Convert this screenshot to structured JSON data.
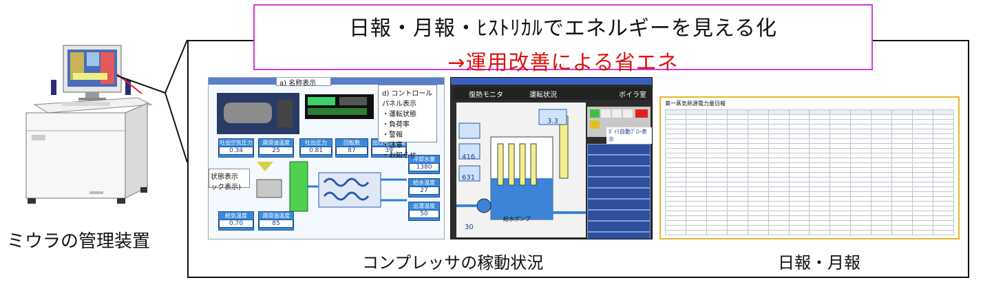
{
  "banner": {
    "line1": "日報・月報・ﾋｽﾄﾘｶﾙでエネルギーを見える化",
    "line2": "→運用改善による省エネ"
  },
  "captions": {
    "device": "ミウラの管理装置",
    "compressor": "コンプレッサの稼動状況",
    "report": "日報・月報"
  },
  "panel1": {
    "callout_a": "a) 名称表示",
    "callout_d": {
      "title": "d) コントロール\nパネル表示",
      "items": [
        "・運転状態",
        "・負荷率",
        "・警報",
        "・注意",
        "・お知らせ"
      ]
    },
    "status_label": "状態表示\nック表示)",
    "cards": [
      {
        "label": "吐出空気圧力",
        "value": "0.34"
      },
      {
        "label": "潤滑油温度",
        "value": "25"
      },
      {
        "label": "吐出圧力",
        "value": "0.81"
      },
      {
        "label": "回転数",
        "value": "87"
      },
      {
        "label": "出口空気温度",
        "value": "39"
      },
      {
        "label": "冷却水量",
        "value": "1380"
      },
      {
        "label": "給水温度",
        "value": "27"
      },
      {
        "label": "出湯温度",
        "value": "50"
      },
      {
        "label": "給気温度",
        "value": "0.70"
      },
      {
        "label": "潤滑油温度",
        "value": "85"
      }
    ]
  },
  "panel2": {
    "title": "復熱モニタ",
    "subtitle": "運転状況",
    "right_label": "ボイラ室",
    "notice": "ﾎﾞｲﾗ自動ﾌﾞﾛｰ表示",
    "values": [
      "416",
      "631",
      "30",
      "3.3"
    ],
    "pump_label": "給水ポンプ"
  },
  "panel3": {
    "title": "第一蒸気熱源電力量日報"
  },
  "colors": {
    "banner_border": "#d23cd2",
    "banner_red": "#e01010",
    "monitor_blue": "#3a8adc"
  }
}
